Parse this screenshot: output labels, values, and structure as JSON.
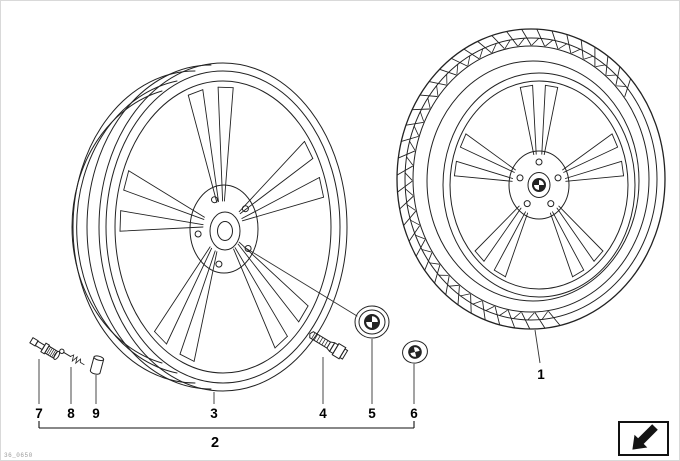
{
  "diagram": {
    "callouts": {
      "c1": "1",
      "c2": "2",
      "c3": "3",
      "c4": "4",
      "c5": "5",
      "c6": "6",
      "c7": "7",
      "c8": "8",
      "c9": "9"
    }
  },
  "footer": {
    "diagram_code": "36_0650"
  },
  "nav": {
    "back_icon": "back-arrow"
  },
  "colors": {
    "line": "#222222",
    "background": "#ffffff"
  }
}
